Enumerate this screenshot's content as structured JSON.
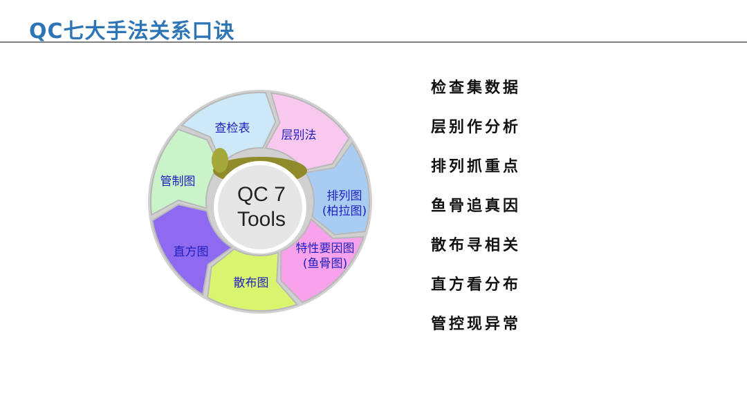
{
  "title": "QC七大手法关系口诀",
  "center": {
    "line1": "QC 7",
    "line2": "Tools"
  },
  "segments": [
    {
      "label": "查检表",
      "sub": "",
      "color": "#cde9f7"
    },
    {
      "label": "层别法",
      "sub": "",
      "color": "#f9c8ee"
    },
    {
      "label": "排列图",
      "sub": "(柏拉图)",
      "color": "#a9cdf2"
    },
    {
      "label": "特性要因图",
      "sub": "(鱼骨图)",
      "color": "#f7a2ea"
    },
    {
      "label": "散布图",
      "sub": "",
      "color": "#d9f56e"
    },
    {
      "label": "直方图",
      "sub": "",
      "color": "#8d6af0"
    },
    {
      "label": "管制图",
      "sub": "",
      "color": "#c9f3c9"
    }
  ],
  "rhymes": [
    "检查集数据",
    "层别作分析",
    "排列抓重点",
    "鱼骨追真因",
    "散布寻相关",
    "直方看分布",
    "管控现异常"
  ]
}
